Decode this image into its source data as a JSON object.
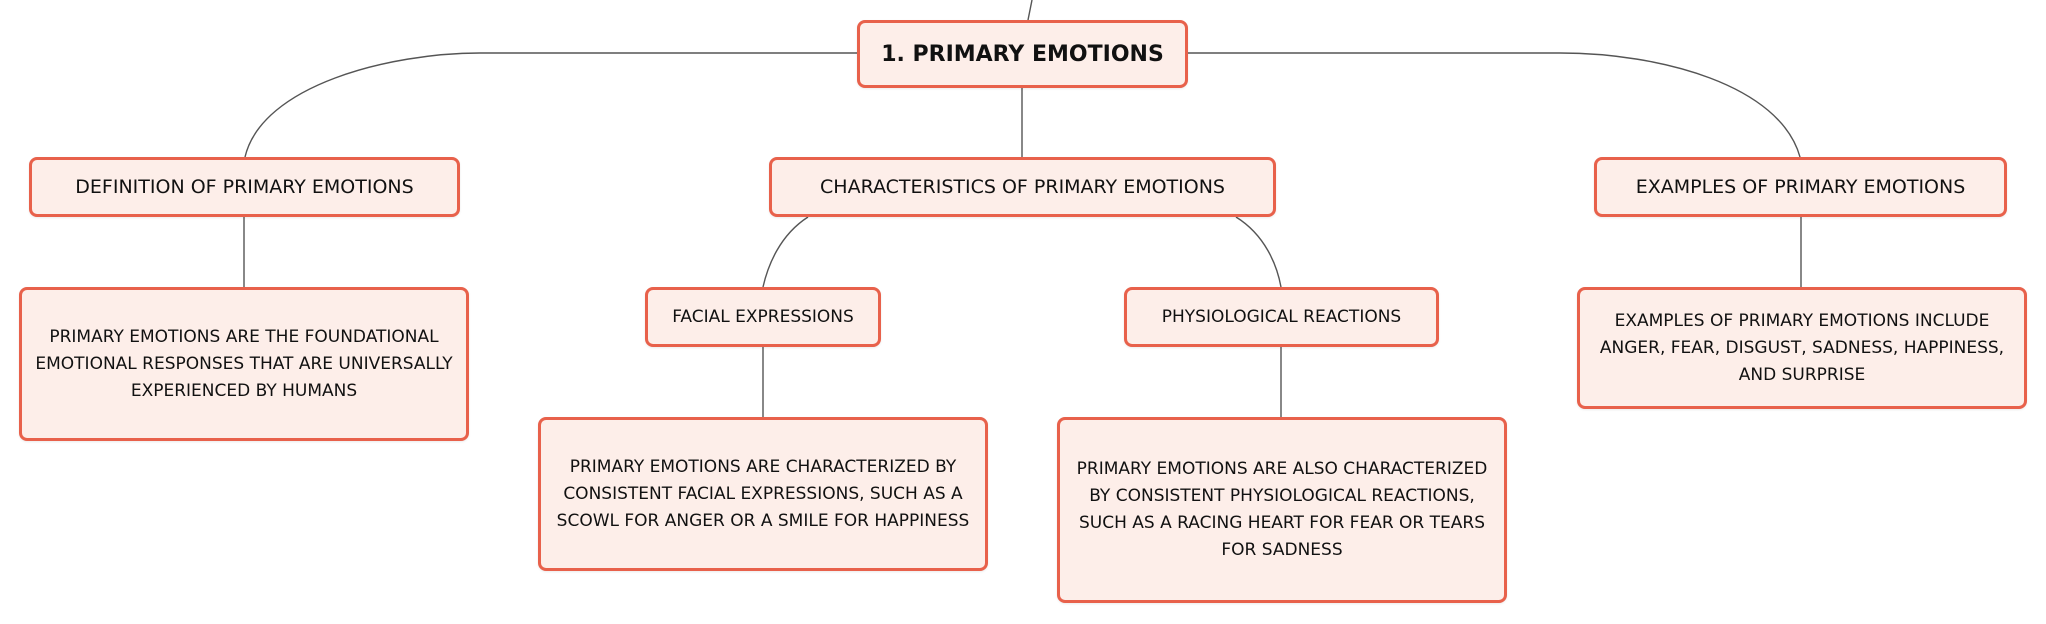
{
  "root": {
    "label": "1. PRIMARY EMOTIONS"
  },
  "topics": {
    "definition": {
      "label": "DEFINITION OF PRIMARY EMOTIONS",
      "detail": "PRIMARY EMOTIONS ARE THE FOUNDATIONAL EMOTIONAL RESPONSES THAT ARE UNIVERSALLY EXPERIENCED BY HUMANS"
    },
    "characteristics": {
      "label": "CHARACTERISTICS OF PRIMARY EMOTIONS",
      "facial": {
        "label": "FACIAL EXPRESSIONS",
        "detail": "PRIMARY EMOTIONS ARE CHARACTERIZED BY CONSISTENT FACIAL EXPRESSIONS, SUCH AS A SCOWL FOR ANGER OR A SMILE FOR HAPPINESS"
      },
      "physiological": {
        "label": "PHYSIOLOGICAL REACTIONS",
        "detail": "PRIMARY EMOTIONS ARE ALSO CHARACTERIZED BY CONSISTENT PHYSIOLOGICAL REACTIONS, SUCH AS A RACING HEART FOR FEAR OR TEARS FOR SADNESS"
      }
    },
    "examples": {
      "label": "EXAMPLES OF PRIMARY EMOTIONS",
      "detail": "EXAMPLES OF PRIMARY EMOTIONS INCLUDE ANGER, FEAR, DISGUST, SADNESS, HAPPINESS, AND SURPRISE"
    }
  },
  "colors": {
    "node_fill": "#fdeee9",
    "node_border": "#e8614b",
    "connector": "#555555",
    "text": "#111111"
  }
}
